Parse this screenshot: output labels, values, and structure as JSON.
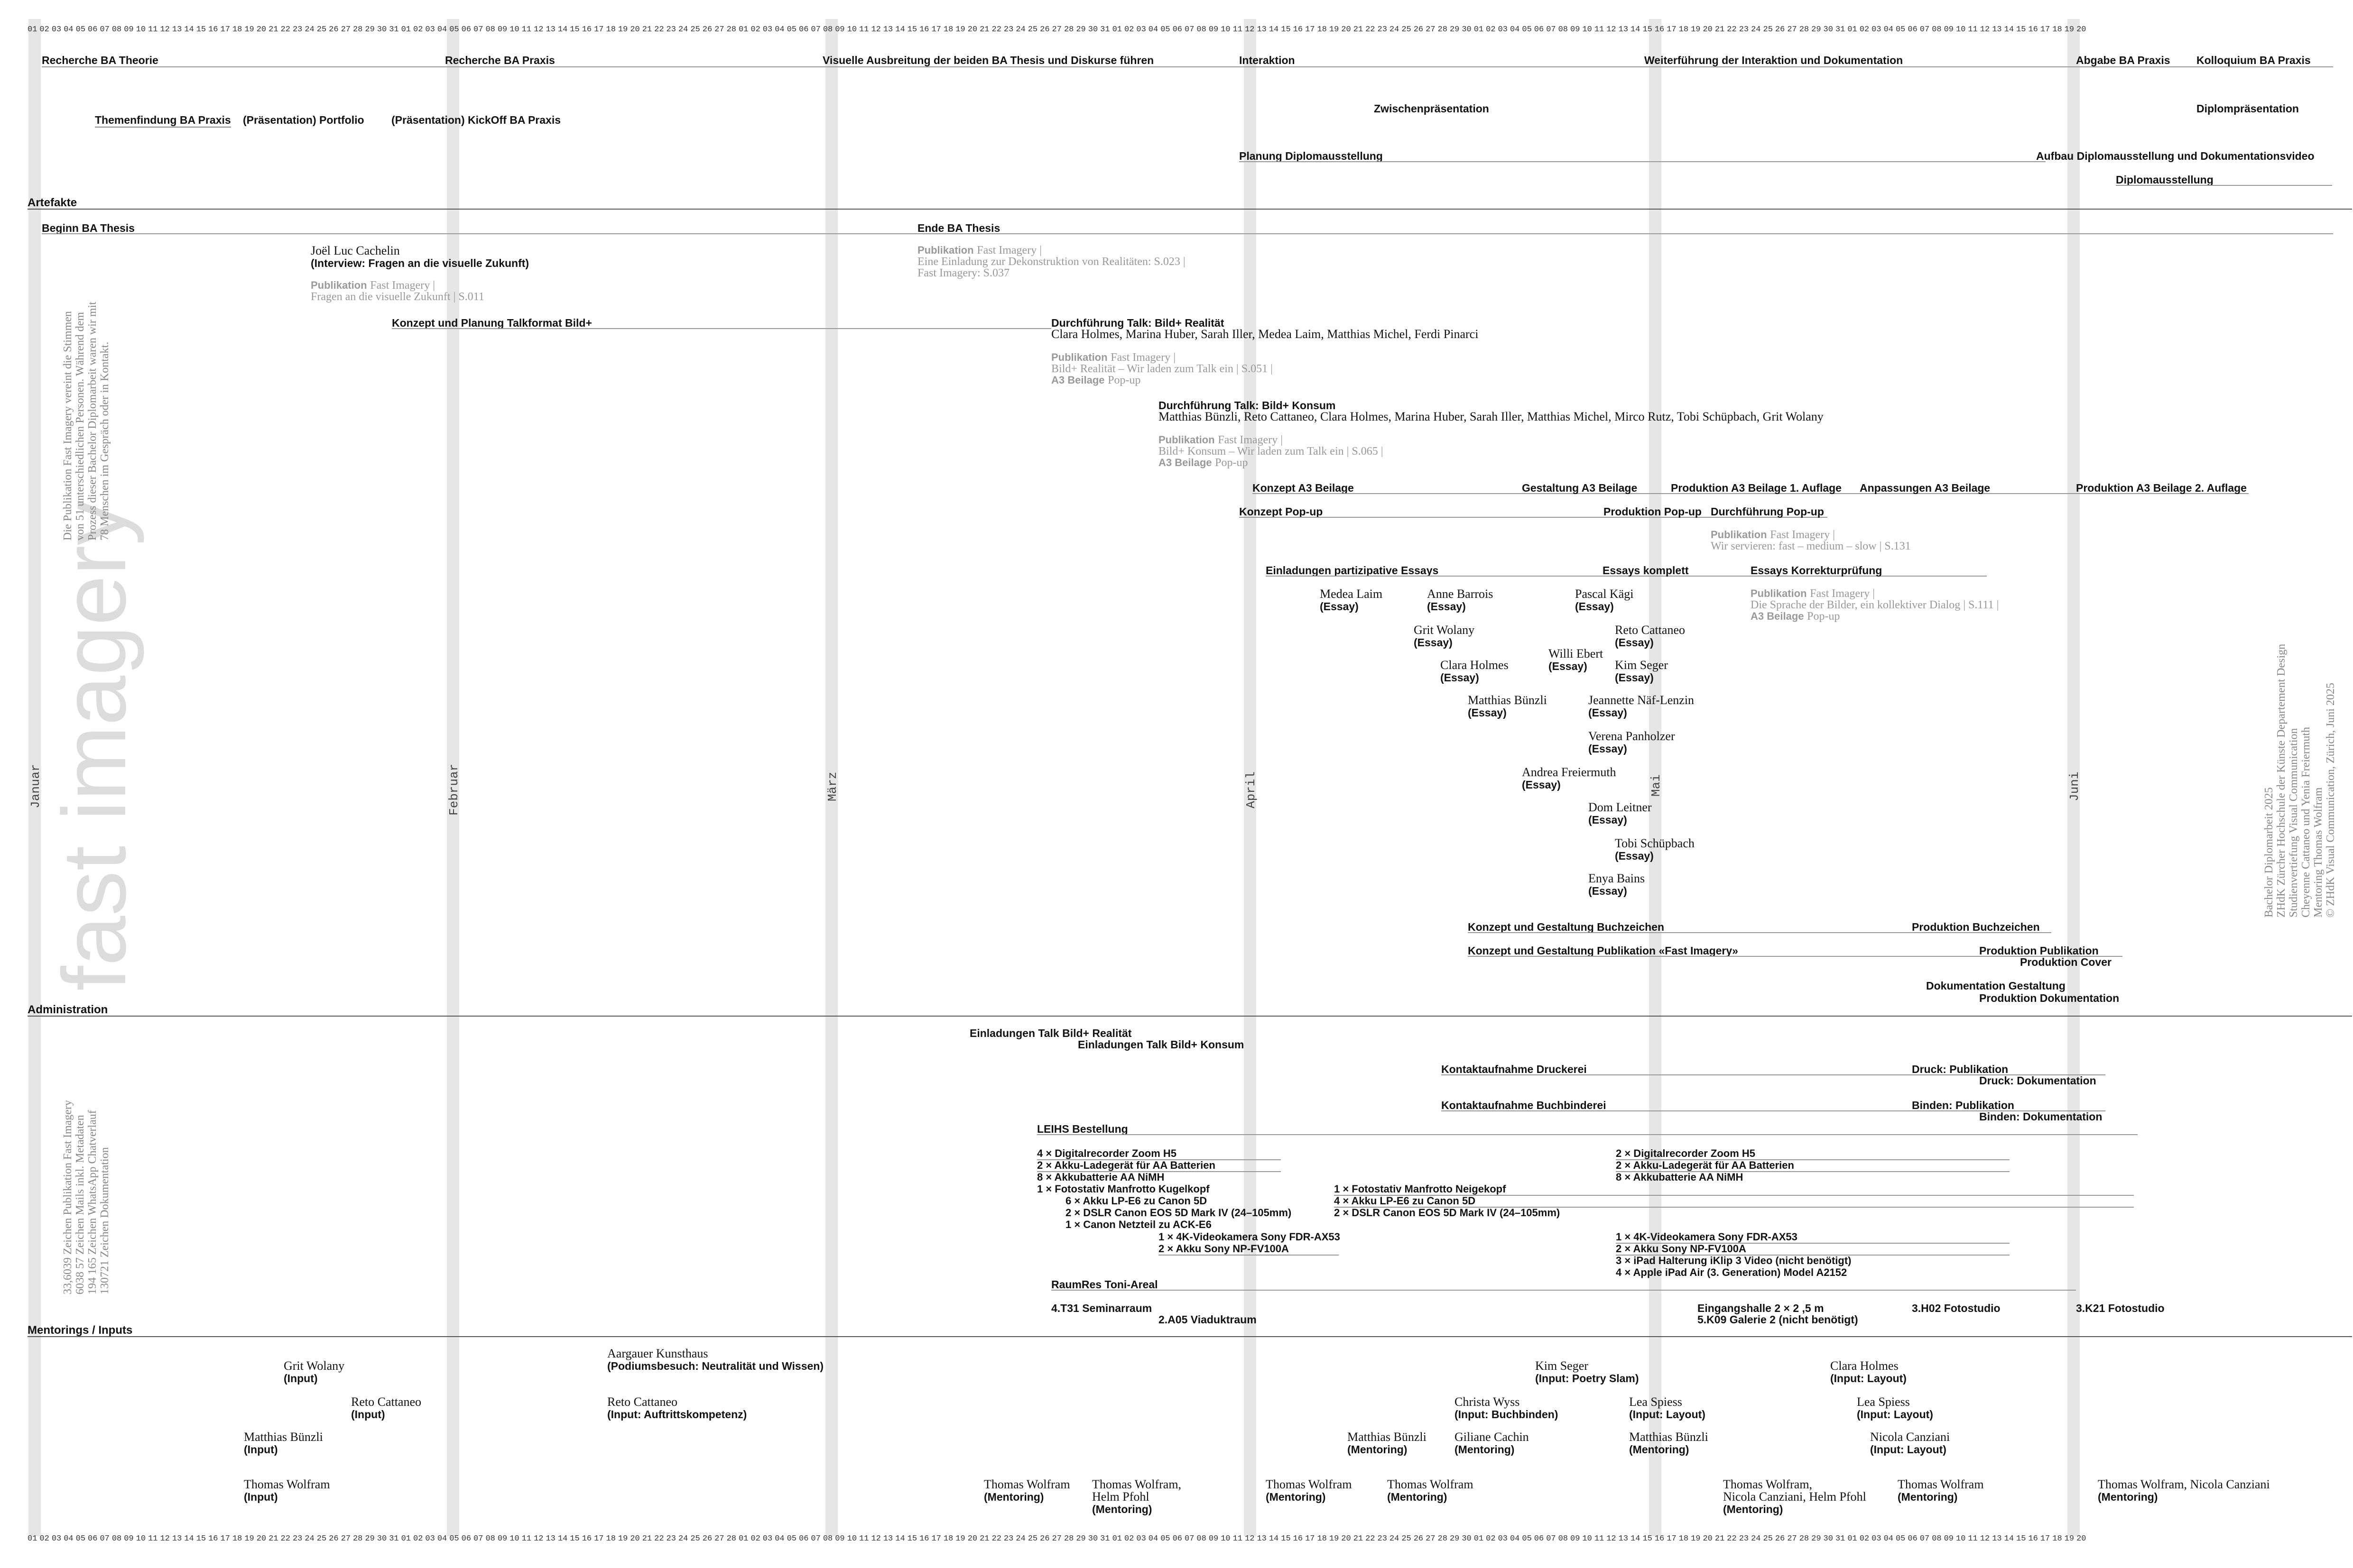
{
  "months": [
    "Januar",
    "Februar",
    "März",
    "April",
    "Mai",
    "Juni"
  ],
  "day_strip_top": "01 02 03 04 05 06 07 08 09 10 11 12 13 14 15 16 17 18 19 20 21 22 23 24 25 26 27 28 29 30 31 01 02 03 04 05 06 07 08 09 10 11 12 13 14 15 16 17 18 19 20 21 22 23 24 25 26 27 28 01 02 03 04 05 06 07 08 09 10 11 12 13 14 15 16 17 18 19 20 21 22 23 24 25 26 27 28 29 30 31 01 02 03 04 05 06 07 08 09 10 11 12 13 14 15 16 17 18 19 20 21 22 23 24 25 26 27 28 29 30 01 02 03 04 05 06 07 08 09 10 11 12 13 14 15 16 17 18 19 20 21 22 23 24 25 26 27 28 29 30 31 01 02 03 04 05 06 07 08 09 10 11 12 13 14 15 16 17 18 19 20",
  "sections": {
    "artefakte": "Artefakte",
    "administration": "Administration",
    "mentorings": "Mentorings / Inputs"
  },
  "phases": {
    "p1": "Recherche BA Theorie",
    "p2": "Recherche BA Praxis",
    "p3": "Visuelle Ausbreitung der beiden BA Thesis und Diskurse führen",
    "p4": "Interaktion",
    "p5": "Weiterführung der Interaktion und Dokumentation",
    "p6": "Abgabe BA Praxis",
    "p7": "Kolloquium BA Praxis",
    "themen": "Themenfindung BA Praxis",
    "praes_portfolio": "(Präsentation) Portfolio",
    "praes_kickoff": "(Präsentation) KickOff BA Praxis",
    "zwischen": "Zwischenpräsentation",
    "diplompraes": "Diplompräsentation",
    "planung": "Planung Diplomausstellung",
    "aufbau": "Aufbau Diplomausstellung und Dokumentationsvideo",
    "diplomausstellung": "Diplomausstellung"
  },
  "artefakte": {
    "beginn": "Beginn BA Thesis",
    "ende": "Ende BA Thesis",
    "joel_name": "Joël Luc Cachelin",
    "joel_sub": "(Interview: Fragen an die visuelle Zukunft)",
    "pub_label": "Publikation",
    "pub_title": "Fast Imagery |",
    "pub1_line": "Fragen an die visuelle Zukunft | S.011",
    "pub2_line1": "Eine Einladung zur Dekonstruktion von Realitäten: S.023 |",
    "pub2_line2": "Fast Imagery: S.037",
    "konzept_talk": "Konzept und Planung Talkformat Bild+",
    "talk1_title": "Durchführung Talk: Bild+ Realität",
    "talk1_people": "Clara Holmes, Marina Huber, Sarah Iller, Medea Laim, Matthias Michel, Ferdi Pinarci",
    "pub3_line": "Bild+ Realität – Wir laden zum Talk ein | S.051 |",
    "a3_label": "A3 Beilage",
    "a3_pop": "Pop-up",
    "talk2_title": "Durchführung Talk: Bild+ Konsum",
    "talk2_people": "Matthias Bünzli, Reto Cattaneo, Clara Holmes, Marina Huber, Sarah Iller, Matthias Michel, Mirco Rutz, Tobi Schüpbach, Grit Wolany",
    "pub4_line": "Bild+ Konsum – Wir laden zum Talk ein | S.065 |",
    "konzept_a3": "Konzept A3 Beilage",
    "gestaltung_a3": "Gestaltung A3 Beilage",
    "prod_a3_1": "Produktion A3 Beilage 1. Auflage",
    "anpass_a3": "Anpassungen A3 Beilage",
    "prod_a3_2": "Produktion A3 Beilage 2. Auflage",
    "konzept_popup": "Konzept Pop-up",
    "prod_popup": "Produktion Pop-up",
    "durch_popup": "Durchführung Pop-up",
    "pub5_line": "Wir servieren: fast – medium – slow | S.131",
    "einl_essays": "Einladungen partizipative Essays",
    "essays_komplett": "Essays komplett",
    "essays_korr": "Essays Korrekturprüfung",
    "pub6_line": "Die Sprache der Bilder, ein kollektiver Dialog | S.111 |",
    "essay_tag": "(Essay)",
    "authors": [
      "Medea Laim",
      "Anne Barrois",
      "Pascal Kägi",
      "Grit Wolany",
      "Reto Cattaneo",
      "Willi Ebert",
      "Clara Holmes",
      "Kim Seger",
      "Matthias Bünzli",
      "Jeannette Näf-Lenzin",
      "Verena Panholzer",
      "Andrea Freiermuth",
      "Dom Leitner",
      "Tobi Schüpbach",
      "Enya Bains"
    ],
    "buchz_konzept": "Konzept und Gestaltung Buchzeichen",
    "buchz_prod": "Produktion Buchzeichen",
    "pub_konzept": "Konzept und Gestaltung Publikation «Fast Imagery»",
    "pub_prod": "Produktion Publikation",
    "prod_cover": "Produktion Cover",
    "doku_gest": "Dokumentation Gestaltung",
    "prod_doku": "Produktion Dokumentation"
  },
  "administration": {
    "einl_talk1": "Einladungen Talk Bild+ Realität",
    "einl_talk2": "Einladungen Talk Bild+ Konsum",
    "kontakt_druck": "Kontaktaufnahme Druckerei",
    "druck_pub": "Druck: Publikation",
    "druck_doku": "Druck: Dokumentation",
    "kontakt_binder": "Kontaktaufnahme Buchbinderei",
    "binden_pub": "Binden: Publikation",
    "binden_doku": "Binden: Dokumentation",
    "leihs": "LEIHS Bestellung",
    "eq1": [
      "4 × Digitalrecorder Zoom H5",
      "2 × Akku-Ladegerät für AA Batterien",
      "8 × Akkubatterie AA NiMH",
      "1 × Fotostativ Manfrotto Kugelkopf"
    ],
    "eq2": [
      "6 × Akku LP-E6 zu Canon 5D",
      "2 × DSLR Canon EOS 5D Mark IV (24–105mm)",
      "1 × Canon Netzteil zu ACK-E6"
    ],
    "eq3": [
      "1 × 4K-Videokamera Sony FDR-AX53",
      "2 × Akku Sony NP-FV100A"
    ],
    "eq4": [
      "1 × Fotostativ Manfrotto Neigekopf",
      "4 × Akku LP-E6 zu Canon 5D",
      "2 × DSLR Canon EOS 5D Mark IV (24–105mm)"
    ],
    "eq5": [
      "2 × Digitalrecorder Zoom H5",
      "2 × Akku-Ladegerät für AA Batterien",
      "8 × Akkubatterie AA NiMH"
    ],
    "eq6": [
      "1 × 4K-Videokamera Sony FDR-AX53",
      "2 × Akku Sony NP-FV100A",
      "3 × iPad Halterung iKlip 3 Video (nicht benötigt)",
      "4 × Apple iPad Air (3. Generation) Model A2152"
    ],
    "raumres": "RaumRes Toni-Areal",
    "room1": "4.T31 Seminarraum",
    "room2": "2.A05 Viaduktraum",
    "room3": "Eingangshalle 2 × 2 ,5 m",
    "room4": "5.K09 Galerie 2 (nicht benötigt)",
    "room5": "3.H02 Fotostudio",
    "room6": "3.K21 Fotostudio"
  },
  "mentorings": {
    "m1_n": "Grit Wolany",
    "m1_r": "(Input)",
    "m2_n": "Reto Cattaneo",
    "m2_r": "(Input)",
    "m3_n": "Matthias Bünzli",
    "m3_r": "(Input)",
    "m4_n": "Thomas Wolfram",
    "m4_r": "(Input)",
    "m5_n": "Aargauer Kunsthaus",
    "m5_r": "(Podiumsbesuch: Neutralität und Wissen)",
    "m6_n": "Reto Cattaneo",
    "m6_r": "(Input: Auftrittskompetenz)",
    "m7_n": "Thomas Wolfram",
    "m7_r": "(Mentoring)",
    "m8_n1": "Thomas Wolfram,",
    "m8_n2": "Helm Pfohl",
    "m8_r": "(Mentoring)",
    "m9_n": "Thomas Wolfram",
    "m9_r": "(Mentoring)",
    "m10_n": "Thomas Wolfram",
    "m10_r": "(Mentoring)",
    "m11_n": "Matthias Bünzli",
    "m11_r": "(Mentoring)",
    "m12_n": "Christa Wyss",
    "m12_r": "(Input: Buchbinden)",
    "m13_n": "Giliane Cachin",
    "m13_r": "(Mentoring)",
    "m14_n": "Kim Seger",
    "m14_r": "(Input: Poetry Slam)",
    "m15_n": "Lea Spiess",
    "m15_r": "(Input: Layout)",
    "m16_n": "Matthias Bünzli",
    "m16_r": "(Mentoring)",
    "m17_n1": "Thomas Wolfram,",
    "m17_n2": "Nicola Canziani, Helm Pfohl",
    "m17_r": "(Mentoring)",
    "m18_n": "Clara Holmes",
    "m18_r": "(Input: Layout)",
    "m19_n": "Lea Spiess",
    "m19_r": "(Input: Layout)",
    "m20_n": "Nicola Canziani",
    "m20_r": "(Input: Layout)",
    "m21_n": "Thomas Wolfram",
    "m21_r": "(Mentoring)",
    "m22_n": "Thomas Wolfram, Nicola Canziani",
    "m22_r": "(Mentoring)"
  },
  "side": {
    "title": "fast imagery",
    "desc1": "Die Publikation Fast Imagery vereint die Stimmen",
    "desc2": "von 51 unterschiedlichen Personen. Während dem",
    "desc3": "Prozess dieser Bachelor Diplomarbeit waren wir mit",
    "desc4": "78 Menschen im Gespräch oder in Kontakt.",
    "stat1": "33,6039 Zeichen Publikation Fast Imagery",
    "stat2": "6038 57 Zeichen Mails inkl. Metadaten",
    "stat3": "194 165 Zeichen WhatsApp Chatverlauf",
    "stat4": "130721 Zeichen Dokumentation",
    "credit1": "Bachelor Diplomarbeit 2025",
    "credit2": "ZHdK Zürcher Hochschule der Künste Departement Design",
    "credit3": "Studienvertiefung Visual Communication",
    "credit4": "Cheyenne Cattaneo und Yenia Freiermuth",
    "credit5": "Mentoring Thomas Wolfram",
    "credit6": "© ZHdK Visual Communication, Zürich, Juni 2025"
  }
}
